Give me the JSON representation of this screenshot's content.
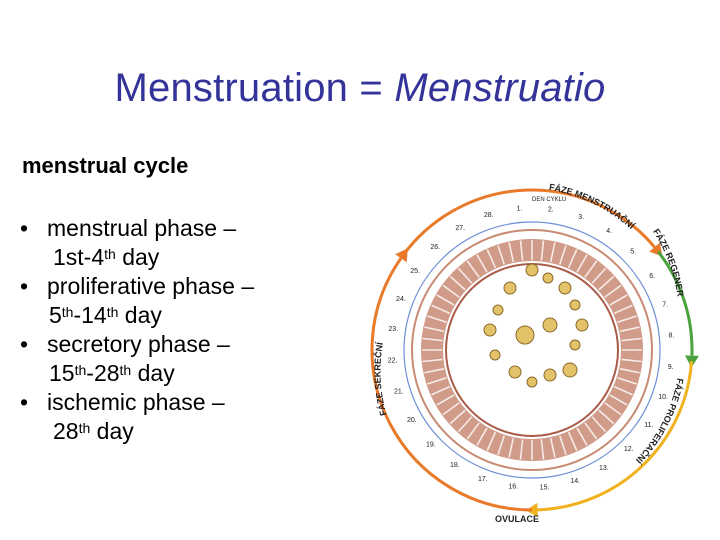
{
  "title": {
    "part1": "Menstruation = ",
    "part2": "Menstruatio"
  },
  "subtitle": "menstrual cycle",
  "phases": [
    {
      "name": "menstrual phase –",
      "range_a": "1st-4",
      "sup_a": "th",
      "range_b": " day"
    },
    {
      "name": "proliferative phase –",
      "range_a": "5",
      "sup_a": "th",
      "range_b": "-14",
      "sup_b": "th",
      "range_c": " day"
    },
    {
      "name": "secretory phase –",
      "range_a": "15",
      "sup_a": "th",
      "range_b": "-28",
      "sup_b": "th",
      "range_c": " day"
    },
    {
      "name": "ischemic phase –",
      "range_a": "28",
      "sup_a": "th",
      "range_b": " day"
    }
  ],
  "diagram": {
    "labels": {
      "menstruation": "FÁZE MENSTRUAČNÍ",
      "regeneration": "FÁZE REGENERACE",
      "proliferation": "FÁZE PROLIFERAČNÍ",
      "secretion": "FÁZE SEKREČNÍ",
      "ovulation": "OVULACE",
      "cycle_day": "DEN CYKLU"
    },
    "day_numbers": [
      "28.",
      "1.",
      "2.",
      "3.",
      "4.",
      "5.",
      "6.",
      "7.",
      "8.",
      "9.",
      "10.",
      "11.",
      "12.",
      "13.",
      "14.",
      "15.",
      "16.",
      "17.",
      "18.",
      "19.",
      "20.",
      "21.",
      "22.",
      "23.",
      "24.",
      "25.",
      "26.",
      "27."
    ],
    "colors": {
      "menstruation": "#e87a2a",
      "regeneration": "#4aa23c",
      "proliferation": "#f0b21f",
      "tissue": "#c98a74",
      "ring": "#6f8fd6"
    }
  }
}
